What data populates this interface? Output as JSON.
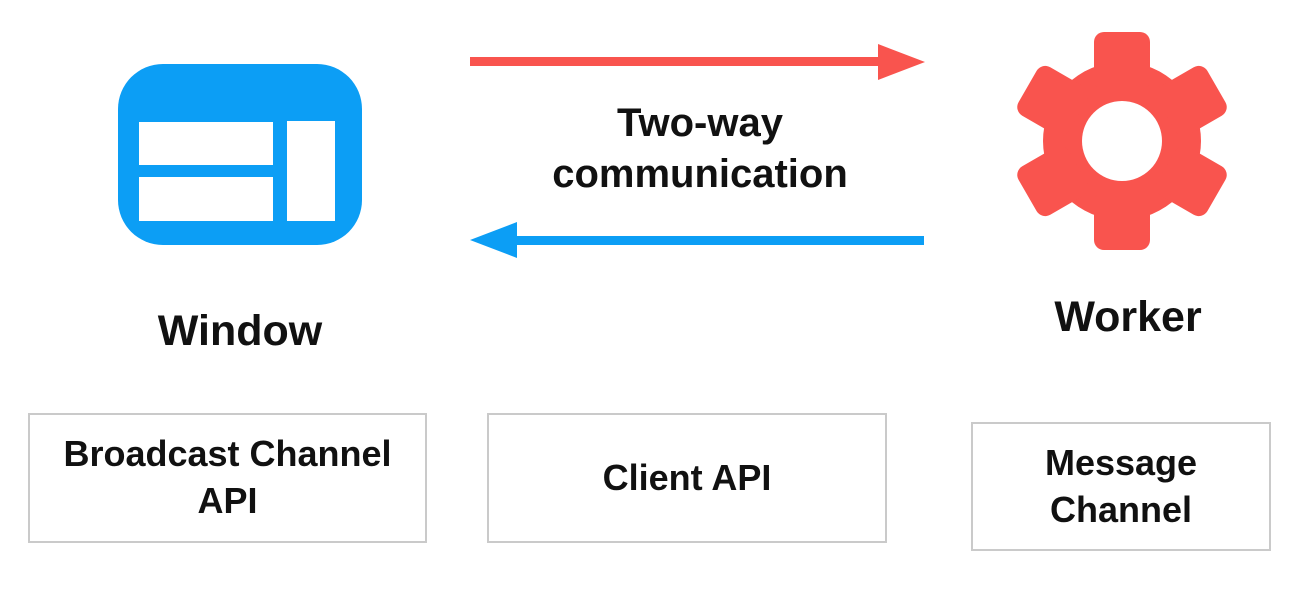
{
  "palette": {
    "blue": "#0C9EF5",
    "red": "#F9544E",
    "text": "#111111",
    "box_border": "#CACACA",
    "background": "#FFFFFF",
    "icon_hole": "#FFFFFF"
  },
  "diagram": {
    "window": {
      "label": "Window",
      "icon": "browser-window-icon"
    },
    "worker": {
      "label": "Worker",
      "icon": "gear-icon"
    },
    "communication": {
      "line1": "Two-way",
      "line2": "communication",
      "forward_arrow": "red-arrow-right",
      "backward_arrow": "blue-arrow-left"
    },
    "channels": [
      {
        "label": "Broadcast Channel API"
      },
      {
        "label": "Client API"
      },
      {
        "label": "Message Channel"
      }
    ]
  }
}
